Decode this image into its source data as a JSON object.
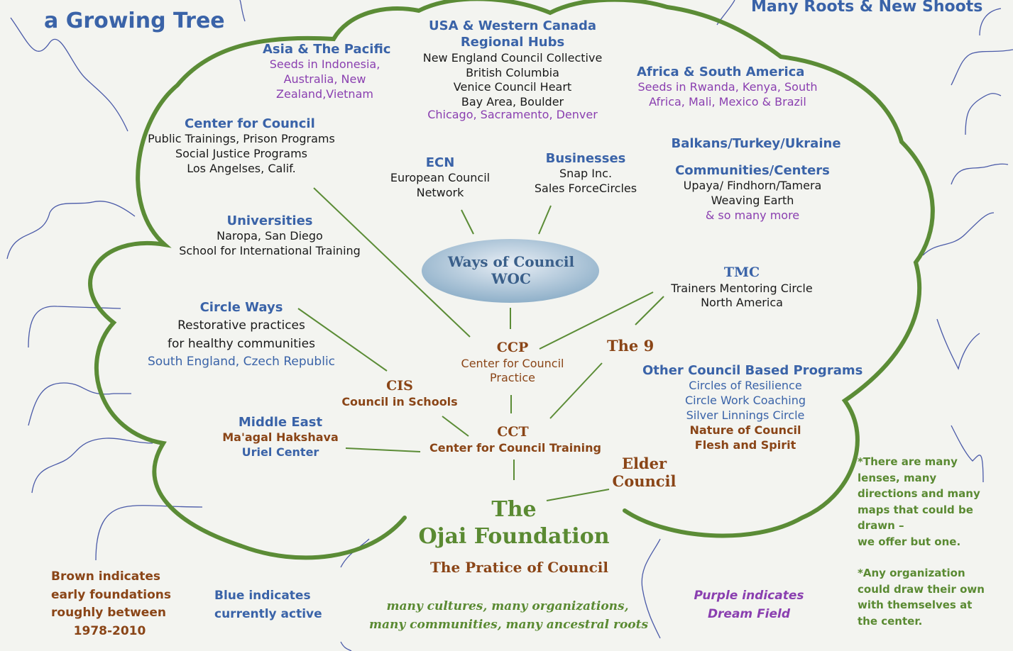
{
  "corner_left": "a Growing Tree",
  "corner_right": "Many Roots & New Shoots",
  "asia": {
    "title": "Asia & The Pacific",
    "lines": [
      "Seeds in Indonesia,",
      "Australia, New",
      "Zealand,Vietnam"
    ]
  },
  "usa": {
    "title1": "USA & Western Canada",
    "title2": "Regional Hubs",
    "lines": [
      "New England Council Collective",
      "British Columbia",
      "Venice Council Heart",
      "Bay Area, Boulder"
    ],
    "purple": "Chicago, Sacramento, Denver"
  },
  "africa": {
    "title": "Africa & South America",
    "lines": [
      "Seeds in Rwanda, Kenya, South",
      "Africa, Mali, Mexico & Brazil"
    ]
  },
  "cfc": {
    "title": "Center for Council",
    "lines": [
      "Public Trainings, Prison Programs",
      "Social Justice Programs",
      "Los Angelses, Calif."
    ]
  },
  "ecn": {
    "title": "ECN",
    "lines": [
      "European Council",
      "Network"
    ]
  },
  "businesses": {
    "title": "Businesses",
    "lines": [
      "Snap Inc.",
      "Sales ForceCircles"
    ]
  },
  "balkans": {
    "title": "Balkans/Turkey/Ukraine"
  },
  "communities": {
    "title": "Communities/Centers",
    "lines": [
      "Upaya/ Findhorn/Tamera",
      "Weaving Earth"
    ],
    "purple": "& so many more"
  },
  "universities": {
    "title": "Universities",
    "lines": [
      "Naropa, San Diego",
      "School for International Training"
    ]
  },
  "woc": {
    "line1": "Ways of Council",
    "line2": "WOC"
  },
  "tmc": {
    "title": "TMC",
    "lines": [
      "Trainers Mentoring Circle",
      "North America"
    ]
  },
  "circleways": {
    "title": "Circle Ways",
    "lines": [
      "Restorative practices",
      "for healthy communities"
    ],
    "blue": "South England, Czech Republic"
  },
  "ccp": {
    "title": "CCP",
    "lines": [
      "Center for Council",
      "Practice"
    ]
  },
  "the9": "The 9",
  "other": {
    "title": "Other Council Based Programs",
    "blue": [
      "Circles of Resilience",
      "Circle Work Coaching",
      "Silver Linnings Circle"
    ],
    "brown": [
      "Nature of Council",
      "Flesh and Spirit"
    ]
  },
  "cis": {
    "title": "CIS",
    "line": "Council in Schools"
  },
  "middleeast": {
    "title": "Middle East",
    "brown": "Ma'agal  Hakshava",
    "blue": "Uriel Center"
  },
  "cct": {
    "title": "CCT",
    "line": "Center for Council Training"
  },
  "elder": {
    "line1": "Elder",
    "line2": "Council"
  },
  "ojai": {
    "line1": "The",
    "line2": "Ojai Foundation",
    "line3": "The Pratice of Council"
  },
  "tagline": {
    "line1": "many cultures,  many organizations,",
    "line2": "many communities,  many ancestral roots"
  },
  "legend_brown": [
    "Brown indicates",
    "early foundations",
    "roughly between",
    "1978-2010"
  ],
  "legend_blue": [
    "Blue indicates",
    "currently active"
  ],
  "legend_purple": [
    "Purple indicates",
    "Dream Field"
  ],
  "notes": [
    "*There are many",
    "lenses, many",
    "directions and many",
    "maps that could be",
    "drawn –",
    "we offer but one.",
    "",
    "*Any organization",
    "could draw their own",
    "with themselves at",
    "the center."
  ],
  "colors": {
    "tree": "#5b8c36",
    "blue": "#3a63a8",
    "brown": "#8a4517",
    "purple": "#8a3fb0",
    "roots": "#4a5aa8"
  }
}
